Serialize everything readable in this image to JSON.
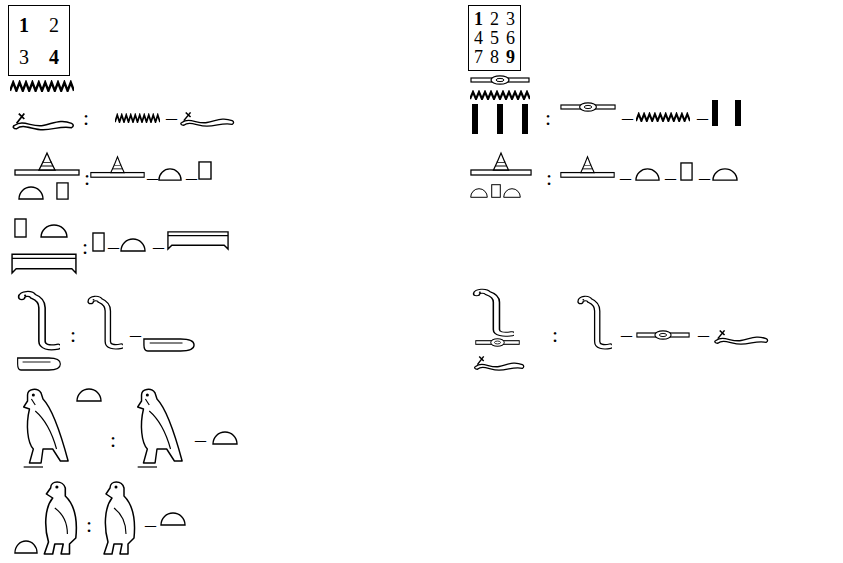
{
  "diagram": {
    "nodes": [
      {
        "text": [
          "1",
          "2",
          "3",
          "4"
        ]
      },
      {
        "text": [
          "1",
          "2",
          "3",
          "4",
          "5",
          "6",
          "7",
          "8",
          "9"
        ]
      }
    ],
    "labels": [
      ":",
      "–",
      ":",
      "–",
      "–",
      ":",
      "–",
      "–",
      ":",
      "–",
      "–",
      "–",
      ":",
      "–",
      "–",
      ":",
      "–",
      ":",
      "–",
      "–",
      ":",
      "–",
      ":",
      "–"
    ]
  }
}
